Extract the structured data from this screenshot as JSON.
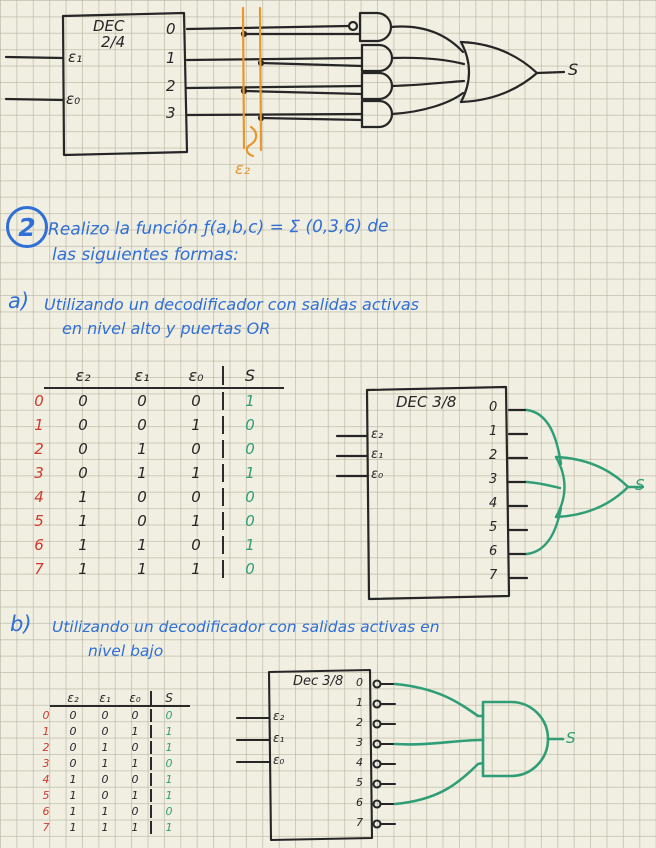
{
  "exercise": {
    "number": "2"
  },
  "statement": {
    "line1": "Realizo la función ƒ(a,b,c) = Σ (0,3,6) de",
    "line2": "las siguientes formas:"
  },
  "section_a": {
    "marker": "a)",
    "line1": "Utilizando un decodificador con salidas activas",
    "line2": "en nivel alto y puertas OR"
  },
  "section_b": {
    "marker": "b)",
    "line1": "Utilizando un decodificador con salidas activas en",
    "line2": "nivel bajo"
  },
  "top_circuit": {
    "decoder_name": "DEC",
    "decoder_ratio": "2/4",
    "inputs": [
      "ε₁",
      "ε₀"
    ],
    "outputs": [
      "0",
      "1",
      "2",
      "3"
    ],
    "enable_label": "ε₂",
    "result_label": "S"
  },
  "diagram_a": {
    "decoder_label": "DEC 3/8",
    "inputs": [
      "ε₂",
      "ε₁",
      "ε₀"
    ],
    "outputs": [
      "0",
      "1",
      "2",
      "3",
      "4",
      "5",
      "6",
      "7"
    ],
    "result_label": "S"
  },
  "diagram_b": {
    "decoder_label": "Dec 3/8",
    "inputs": [
      "ε₂",
      "ε₁",
      "ε₀"
    ],
    "outputs": [
      "0",
      "1",
      "2",
      "3",
      "4",
      "5",
      "6",
      "7"
    ],
    "result_label": "S"
  },
  "table_a": {
    "headers": [
      "ε₂",
      "ε₁",
      "ε₀",
      "S"
    ],
    "rows": [
      [
        "0",
        "0",
        "0",
        "0",
        "1"
      ],
      [
        "1",
        "0",
        "0",
        "1",
        "0"
      ],
      [
        "2",
        "0",
        "1",
        "0",
        "0"
      ],
      [
        "3",
        "0",
        "1",
        "1",
        "1"
      ],
      [
        "4",
        "1",
        "0",
        "0",
        "0"
      ],
      [
        "5",
        "1",
        "0",
        "1",
        "0"
      ],
      [
        "6",
        "1",
        "1",
        "0",
        "1"
      ],
      [
        "7",
        "1",
        "1",
        "1",
        "0"
      ]
    ]
  },
  "table_b": {
    "headers": [
      "ε₂",
      "ε₁",
      "ε₀",
      "S"
    ],
    "rows": [
      [
        "0",
        "0",
        "0",
        "0",
        "0"
      ],
      [
        "1",
        "0",
        "0",
        "1",
        "1"
      ],
      [
        "2",
        "0",
        "1",
        "0",
        "1"
      ],
      [
        "3",
        "0",
        "1",
        "1",
        "0"
      ],
      [
        "4",
        "1",
        "0",
        "0",
        "1"
      ],
      [
        "5",
        "1",
        "0",
        "1",
        "1"
      ],
      [
        "6",
        "1",
        "1",
        "0",
        "0"
      ],
      [
        "7",
        "1",
        "1",
        "1",
        "1"
      ]
    ]
  },
  "colors": {
    "ink": "#262626",
    "blue": "#2f6fd6",
    "red": "#d03a2e",
    "green": "#2f9e77",
    "orange": "#e8962e",
    "paper": "#f1eee2"
  }
}
